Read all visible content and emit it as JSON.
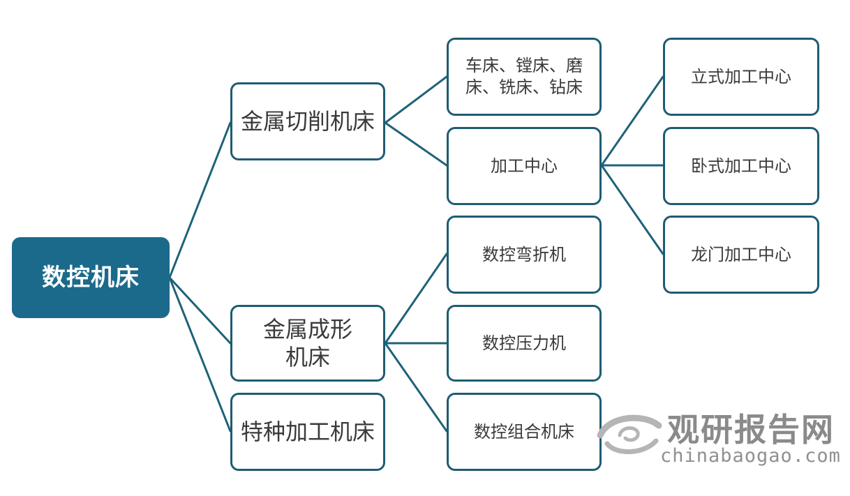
{
  "diagram": {
    "title": "数控机床",
    "colors": {
      "root_fill": "#1b6a8c",
      "border": "#1e5b73",
      "line": "#1e6278",
      "text": "#3a3a3a",
      "root_text": "#ffffff"
    },
    "root": {
      "label": "数控机床"
    },
    "level1": [
      {
        "label": "金属切削机床"
      },
      {
        "label": "金属成形机床"
      },
      {
        "label": "特种加工机床"
      }
    ],
    "cutting_children": [
      {
        "label": "车床、镗床、磨床、铣床、钻床"
      },
      {
        "label": "加工中心"
      }
    ],
    "machining_center_children": [
      {
        "label": "立式加工中心"
      },
      {
        "label": "卧式加工中心"
      },
      {
        "label": "龙门加工中心"
      }
    ],
    "forming_children": [
      {
        "label": "数控弯折机"
      },
      {
        "label": "数控压力机"
      },
      {
        "label": "数控组合机床"
      }
    ]
  },
  "watermark": {
    "name_cn": "观研报告网",
    "url": "chinabaogao.com",
    "icon": "swirl-logo-icon"
  }
}
